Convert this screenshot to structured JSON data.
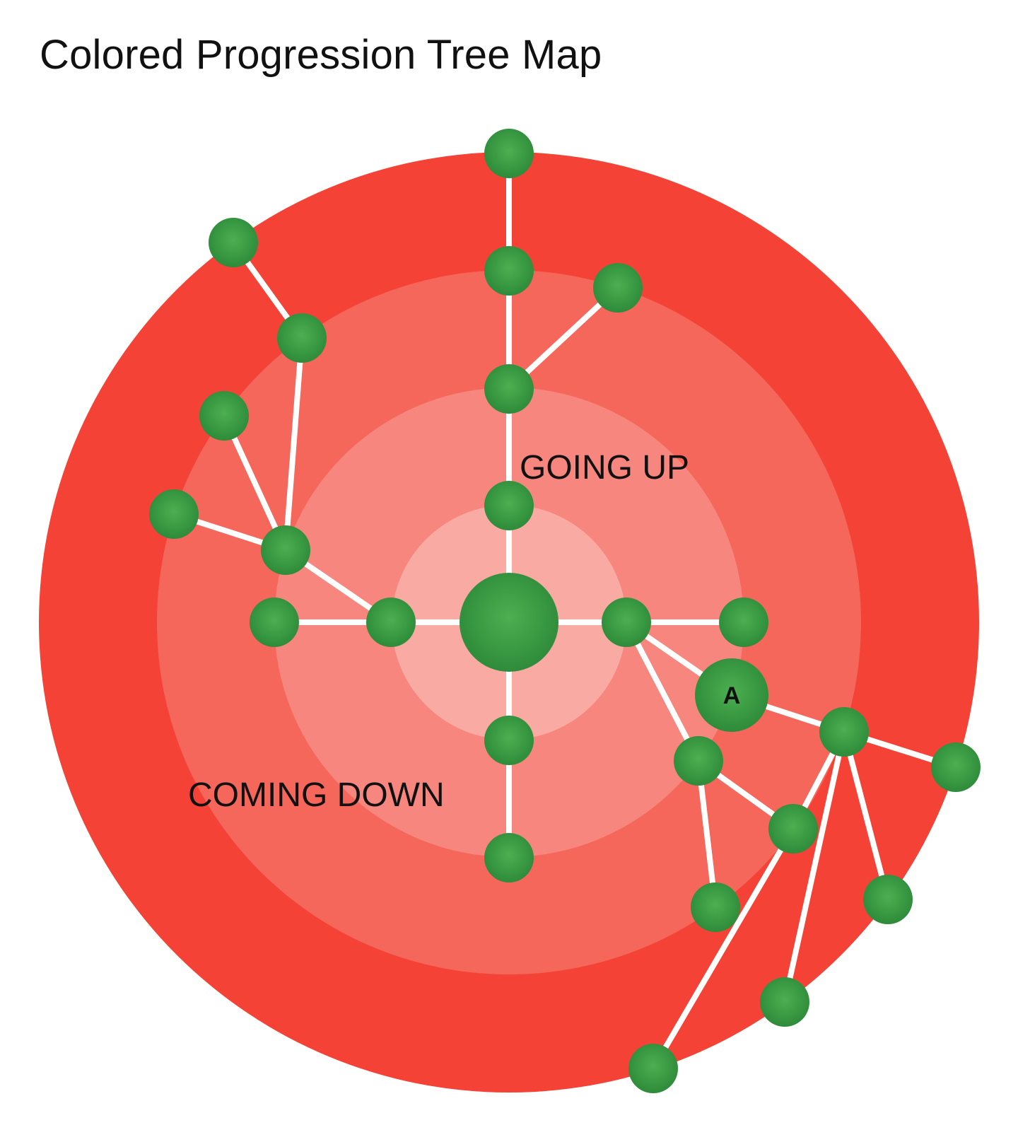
{
  "title": "Colored Progression Tree Map",
  "colors": {
    "ring_outer": "#f44336",
    "ring_2": "#f5665b",
    "ring_3": "#f7877e",
    "ring_inner": "#f9aaa3",
    "node_light": "#4caf50",
    "node_dark": "#2e8b3a",
    "edge": "#ffffff"
  },
  "region_labels": {
    "up": "GOING UP",
    "down": "COMING DOWN"
  },
  "highlight_node_label": "A"
}
